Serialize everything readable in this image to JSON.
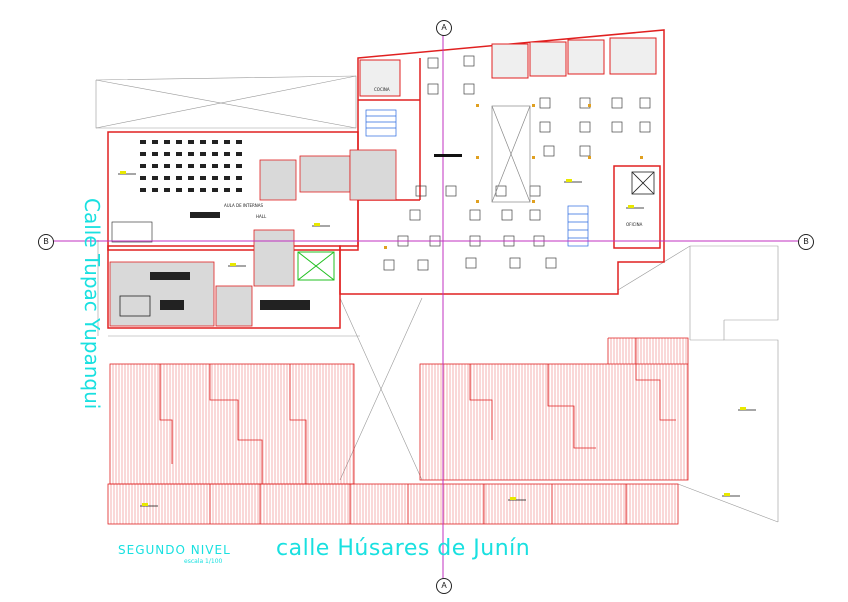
{
  "drawing": {
    "level_title": "SEGUNDO NIVEL",
    "level_scale": "escala 1/100",
    "street_bottom": "calle Húsares de Junín",
    "street_left": "Calle Tupac Yupanqui"
  },
  "axes": {
    "vertical": "A",
    "horizontal": "B"
  },
  "rooms": {
    "sala": "AULA DE INTERNAS",
    "hall": "HALL",
    "cocina": "COCINA",
    "oficina": "OFICINA"
  },
  "colors": {
    "walls": "#e02020",
    "axis_line": "#c030c0",
    "text": "#19e0e0",
    "linework": "#9a9a9a",
    "furniture": "#202020",
    "symbol": "#e8e800"
  }
}
